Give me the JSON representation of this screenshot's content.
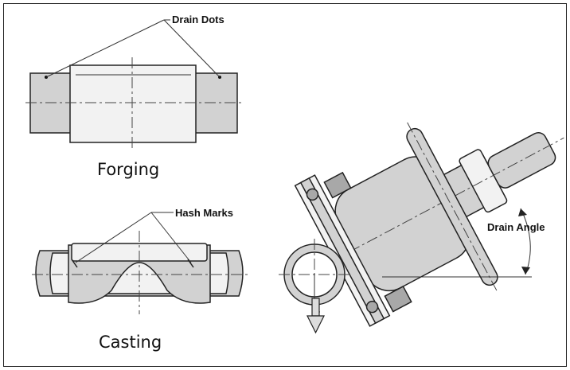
{
  "labels": {
    "drain_dots": "Drain Dots",
    "forging": "Forging",
    "hash_marks": "Hash Marks",
    "casting": "Casting",
    "drain_angle": "Drain Angle"
  },
  "colors": {
    "line": "#222222",
    "fill_body": "#d2d2d2",
    "fill_dark": "#a8a8a8"
  }
}
